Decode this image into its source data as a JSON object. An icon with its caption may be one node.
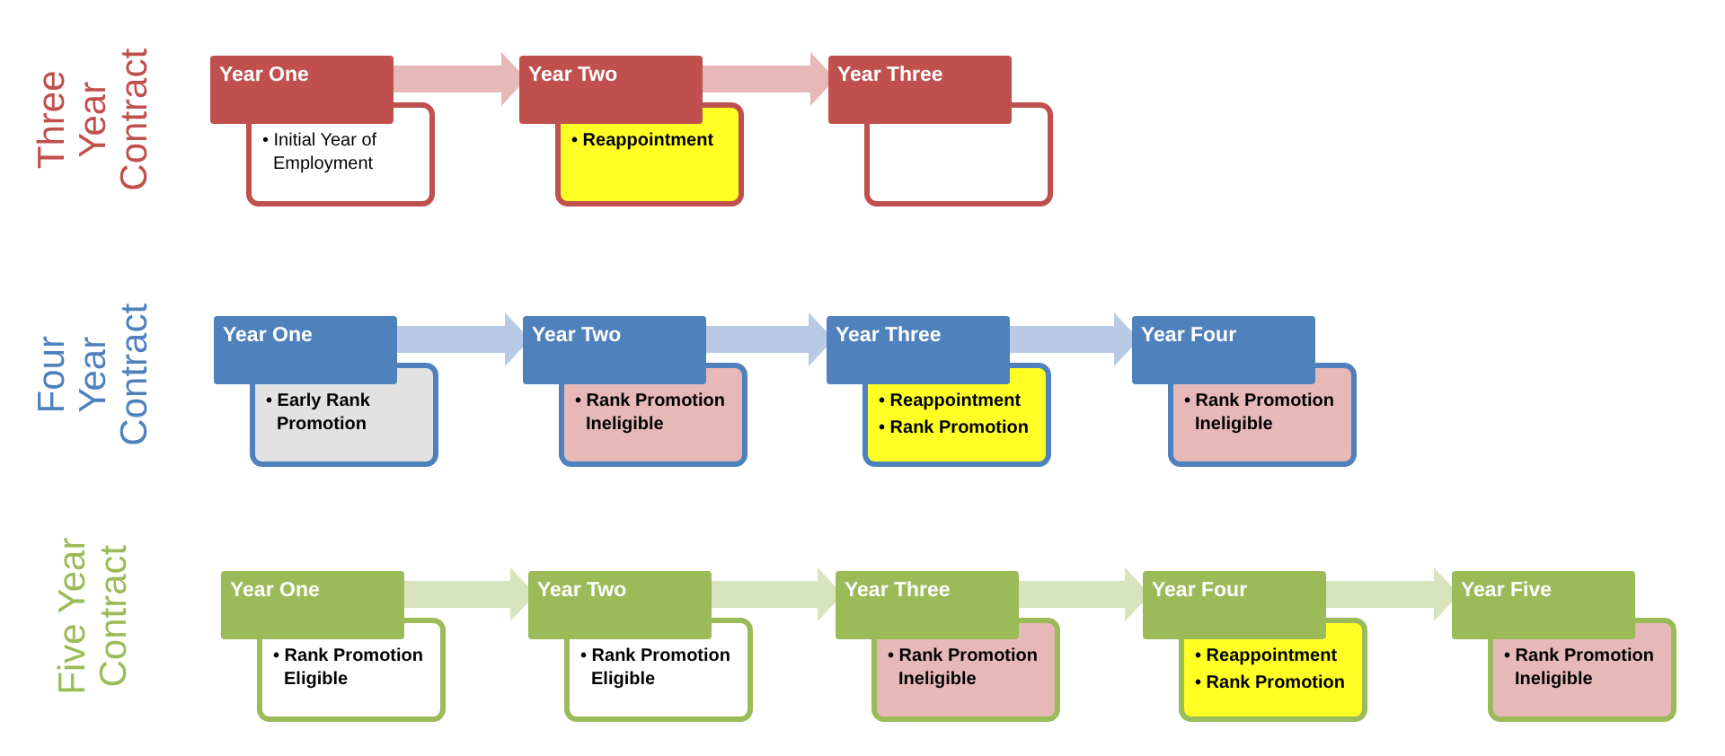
{
  "diagram": {
    "nodes": [
      {
        "text": [
          "Year One",
          "• Initial Year of Employment"
        ]
      },
      {
        "text": [
          "Year Two",
          "• Reappointment"
        ]
      },
      {
        "text": [
          "Year Three"
        ]
      },
      {
        "text": [
          "Year One",
          "• Early Rank Promotion"
        ]
      },
      {
        "text": [
          "Year Two",
          "• Rank Promotion Ineligible"
        ]
      },
      {
        "text": [
          "Year Three",
          "• Reappointment",
          "• Rank Promotion"
        ]
      },
      {
        "text": [
          "Year Four",
          "• Rank Promotion Ineligible"
        ]
      },
      {
        "text": [
          "Year One",
          "• Rank Promotion Eligible"
        ]
      },
      {
        "text": [
          "Year Two",
          "• Rank Promotion Eligible"
        ]
      },
      {
        "text": [
          "Year Three",
          "• Rank Promotion Ineligible"
        ]
      },
      {
        "text": [
          "Year Four",
          "• Reappointment",
          "• Rank Promotion"
        ]
      },
      {
        "text": [
          "Year Five",
          "• Rank Promotion Ineligible"
        ]
      }
    ],
    "edges": [
      {
        "from": 0,
        "to": 1,
        "arrow": "to",
        "color": "#e6b9b8"
      },
      {
        "from": 1,
        "to": 2,
        "arrow": "to",
        "color": "#e6b9b8"
      },
      {
        "from": 3,
        "to": 4,
        "arrow": "to",
        "color": "#b9cae4"
      },
      {
        "from": 4,
        "to": 5,
        "arrow": "to",
        "color": "#b9cae4"
      },
      {
        "from": 5,
        "to": 6,
        "arrow": "to",
        "color": "#b9cae4"
      },
      {
        "from": 7,
        "to": 8,
        "arrow": "to",
        "color": "#d7e4bd"
      },
      {
        "from": 8,
        "to": 9,
        "arrow": "to",
        "color": "#d7e4bd"
      },
      {
        "from": 9,
        "to": 10,
        "arrow": "to",
        "color": "#d7e4bd"
      },
      {
        "from": 10,
        "to": 11,
        "arrow": "to",
        "color": "#d7e4bd"
      }
    ],
    "labels": [
      "Three Year Contract",
      "Four Year Contract",
      "Five Year Contract"
    ]
  }
}
